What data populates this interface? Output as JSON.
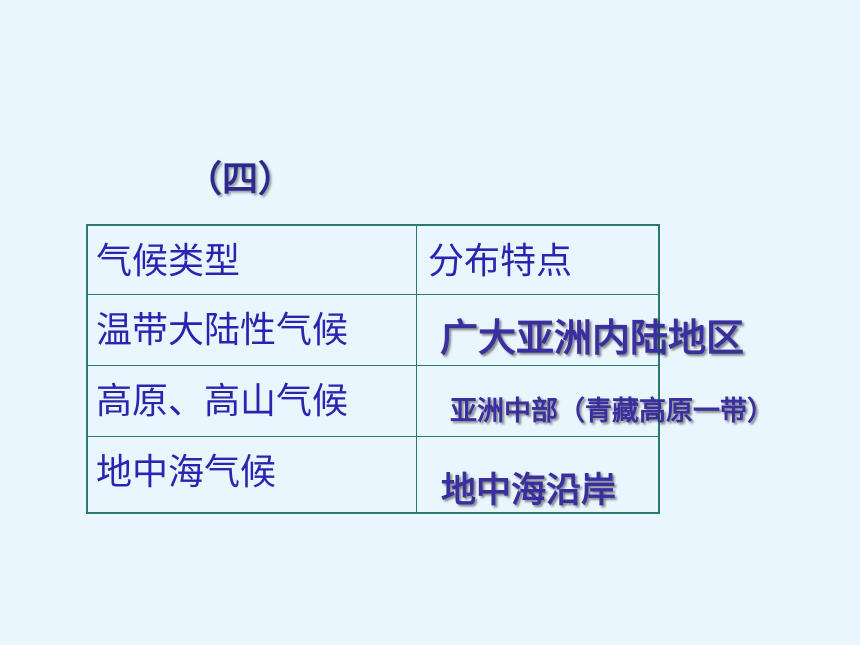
{
  "title": "（四）",
  "table": {
    "header": {
      "climate_type": "气候类型",
      "distribution": "分布特点"
    },
    "rows": [
      {
        "climate_type": "温带大陆性气候",
        "distribution": "广大亚洲内陆地区"
      },
      {
        "climate_type": "高原、高山气候",
        "distribution": "亚洲中部（青藏高原一带）"
      },
      {
        "climate_type": "地中海气候",
        "distribution": "地中海沿岸"
      }
    ]
  },
  "colors": {
    "background": "#eaf6fd",
    "table_border": "#2a7a6e",
    "text": "#2e22b0",
    "shadow_text": "#3a2f9e"
  }
}
